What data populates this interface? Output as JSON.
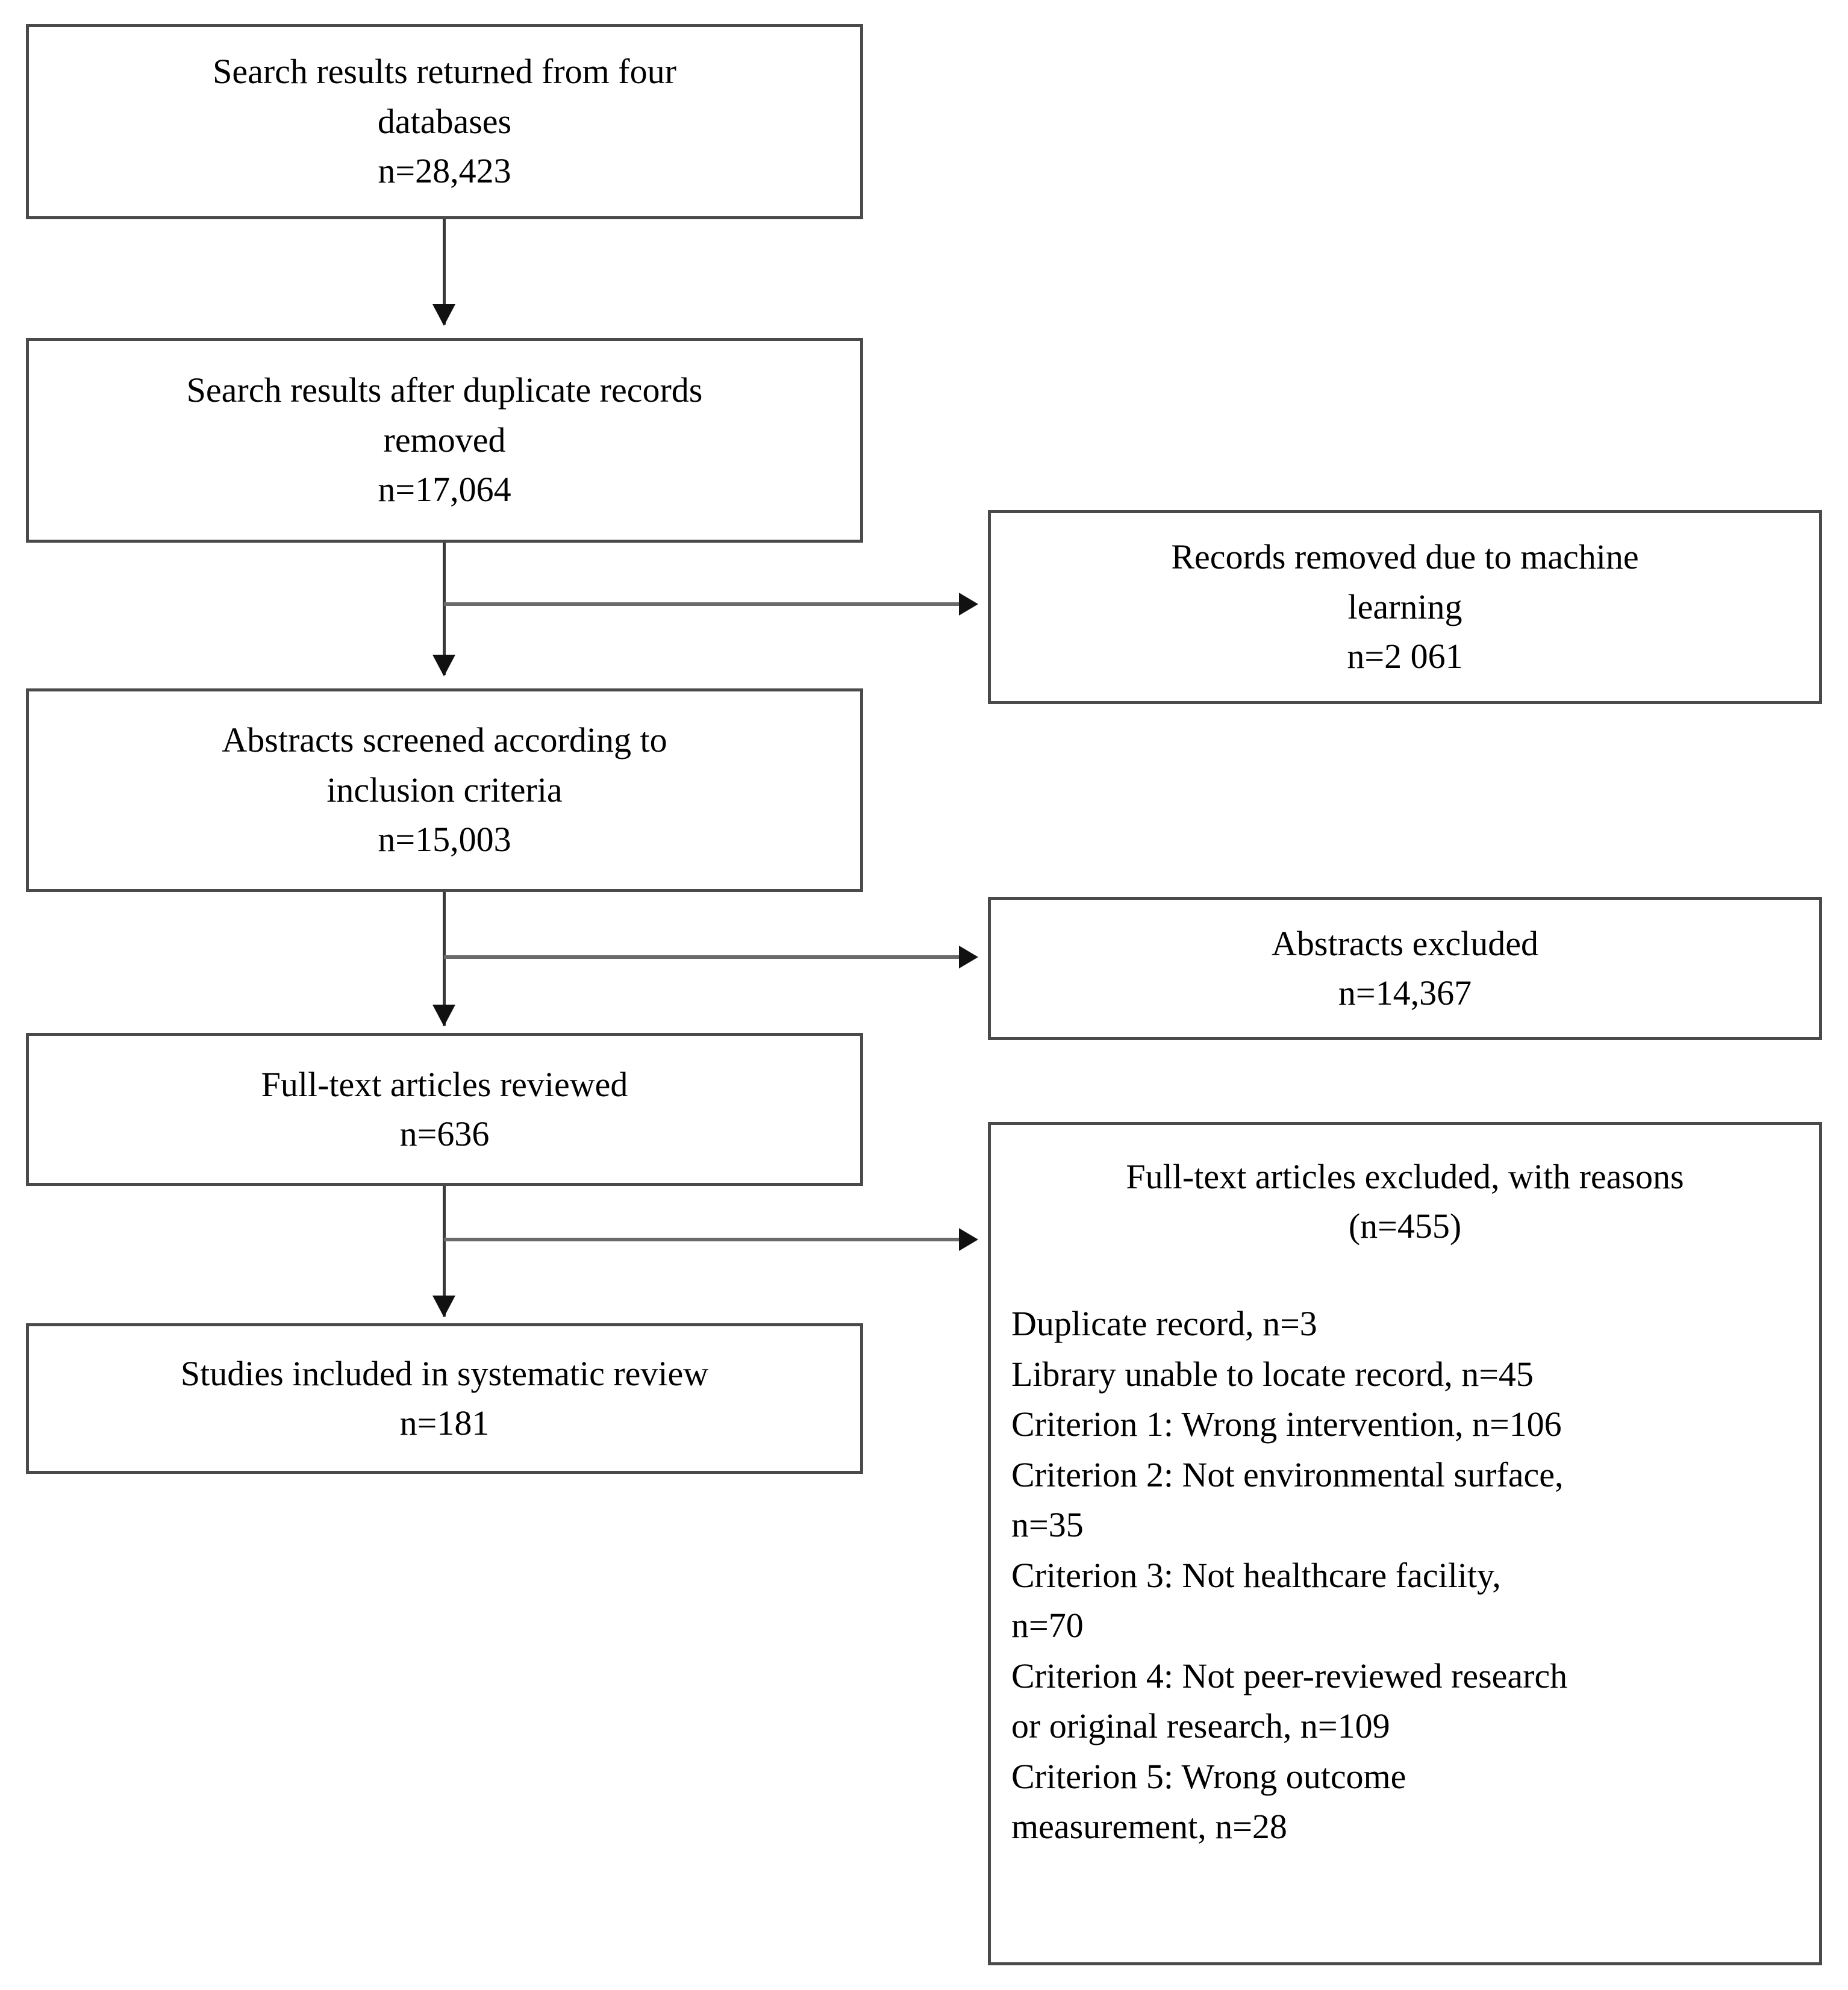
{
  "diagram": {
    "title": "PRISMA study selection flow diagram",
    "type": "flowchart",
    "colors": {
      "box_border": "#4a4a4a",
      "connector": "#3a3a3a",
      "arrow": "#111111",
      "background": "#ffffff",
      "text": "#000000"
    }
  },
  "nodes": {
    "search_results": {
      "line1": "Search results returned from four",
      "line2": "databases",
      "line3": "n=28,423"
    },
    "after_duplicates": {
      "line1": "Search results after duplicate records",
      "line2": "removed",
      "line3": "n=17,064"
    },
    "machine_learning_removed": {
      "line1": "Records removed due to machine",
      "line2": "learning",
      "line3": "n=2 061"
    },
    "abstracts_screened": {
      "line1": "Abstracts screened according to",
      "line2": "inclusion criteria",
      "line3": "n=15,003"
    },
    "abstracts_excluded": {
      "line1": "Abstracts excluded",
      "line2": "n=14,367"
    },
    "fulltext_reviewed": {
      "line1": "Full-text articles reviewed",
      "line2": "n=636"
    },
    "fulltext_excluded": {
      "header1": "Full-text articles excluded, with reasons",
      "header2": "(n=455)",
      "reasons": [
        "Duplicate record, n=3",
        "Library unable to locate record, n=45",
        "Criterion 1: Wrong intervention, n=106",
        "Criterion 2: Not environmental surface,",
        "n=35",
        "Criterion 3: Not healthcare facility,",
        "n=70",
        "Criterion 4: Not peer-reviewed research",
        "or original research, n=109",
        "Criterion 5: Wrong outcome",
        "measurement, n=28"
      ]
    },
    "studies_included": {
      "line1": "Studies included in systematic review",
      "line2": "n=181"
    }
  },
  "chart_data": {
    "type": "flowchart",
    "title": "PRISMA study selection flow diagram",
    "stages": [
      {
        "label": "Search results returned from four databases",
        "n": 28423
      },
      {
        "label": "Search results after duplicate records removed",
        "n": 17064
      },
      {
        "label": "Abstracts screened according to inclusion criteria",
        "n": 15003
      },
      {
        "label": "Full-text articles reviewed",
        "n": 636
      },
      {
        "label": "Studies included in systematic review",
        "n": 181
      }
    ],
    "exclusions": [
      {
        "label": "Records removed due to machine learning",
        "n": 2061,
        "from_stage": 1
      },
      {
        "label": "Abstracts excluded",
        "n": 14367,
        "from_stage": 2
      },
      {
        "label": "Full-text articles excluded, with reasons",
        "n": 455,
        "from_stage": 3,
        "breakdown": [
          {
            "reason": "Duplicate record",
            "n": 3
          },
          {
            "reason": "Library unable to locate record",
            "n": 45
          },
          {
            "reason": "Criterion 1: Wrong intervention",
            "n": 106
          },
          {
            "reason": "Criterion 2: Not environmental surface",
            "n": 35
          },
          {
            "reason": "Criterion 3: Not healthcare facility",
            "n": 70
          },
          {
            "reason": "Criterion 4: Not peer-reviewed research or original research",
            "n": 109
          },
          {
            "reason": "Criterion 5: Wrong outcome measurement",
            "n": 28
          }
        ]
      }
    ]
  }
}
